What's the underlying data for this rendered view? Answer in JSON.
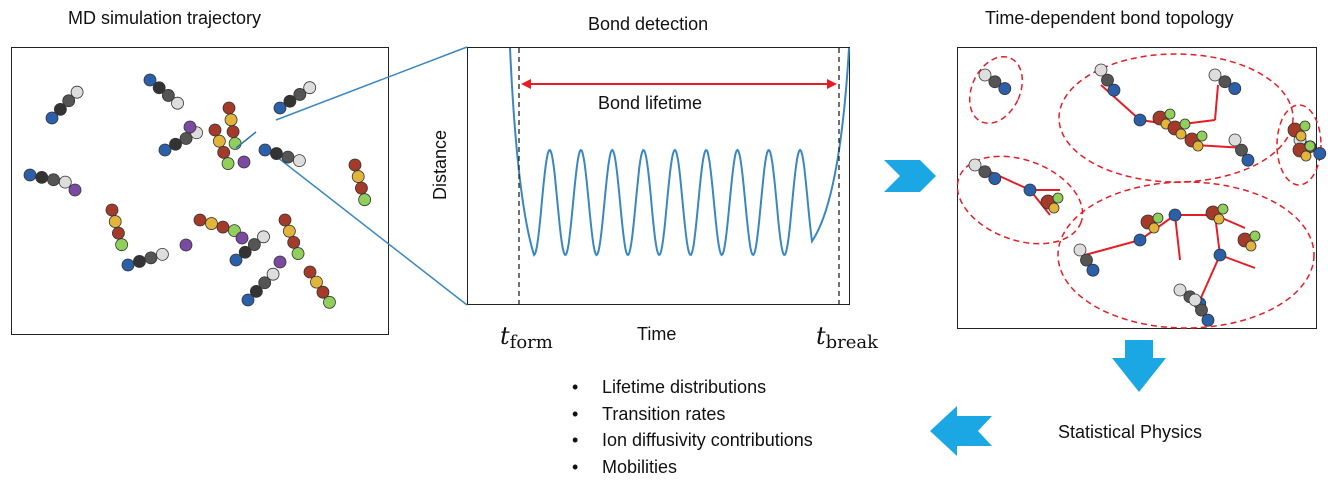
{
  "titles": {
    "md": "MD simulation trajectory",
    "bond": "Bond detection",
    "topology": "Time-dependent bond topology"
  },
  "plot": {
    "ylabel": "Distance",
    "xlabel": "Time",
    "lifetime": "Bond lifetime",
    "t_form_sym": "t",
    "t_form_sub": "form",
    "t_break_sym": "t",
    "t_break_sub": "break"
  },
  "stat": "Statistical Physics",
  "bullets": [
    "Lifetime distributions",
    "Transition rates",
    "Ion diffusivity contributions",
    "Mobilities"
  ],
  "colors": {
    "accent": "#1aa7e4",
    "curve": "#3a87c0",
    "lifetime_arrow": "#e41e26",
    "cluster": "#e41e26",
    "zoom_lines": "#3a87c0"
  }
}
